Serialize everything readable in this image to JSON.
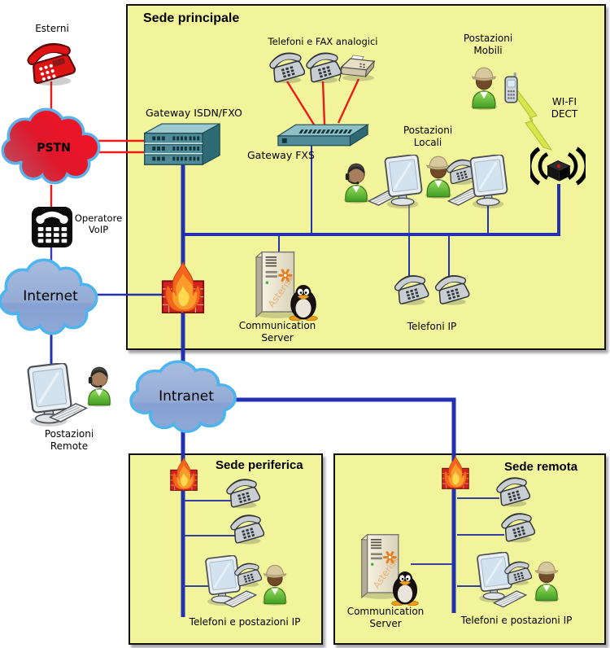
{
  "left_column": {
    "esterni": "Esterni",
    "pstn": "PSTN",
    "voip_operator": "Operatore\nVoIP",
    "internet": "Internet",
    "postazioni_remote": "Postazioni\nRemote",
    "intranet": "Intranet"
  },
  "main_site": {
    "title": "Sede principale",
    "analog_devices": "Telefoni e FAX analogici",
    "gateway_isdn": "Gateway ISDN/FXO",
    "gateway_fxs": "Gateway FXS",
    "postazioni_locali": "Postazioni\nLocali",
    "postazioni_mobili": "Postazioni\nMobili",
    "wifi_dect": "WI-FI\nDECT",
    "communication_server": "Communication\nServer",
    "telefoni_ip": "Telefoni IP"
  },
  "branch_site": {
    "title": "Sede periferica",
    "devices": "Telefoni e postazioni IP"
  },
  "remote_site": {
    "title": "Sede remota",
    "communication_server": "Communication\nServer",
    "devices": "Telefoni e postazioni IP"
  },
  "logos": {
    "server_brand": "Asterisk"
  },
  "colors": {
    "site_fill": "#f2f49b",
    "line_blue": "#2230b2",
    "line_red": "#ee1a1a",
    "cloud_pstn": "#e51a2b",
    "cloud_wan": "#93abd6",
    "firewall_red": "#d42020",
    "person_green": "#6cc23a",
    "device_teal": "#4f8c98"
  }
}
